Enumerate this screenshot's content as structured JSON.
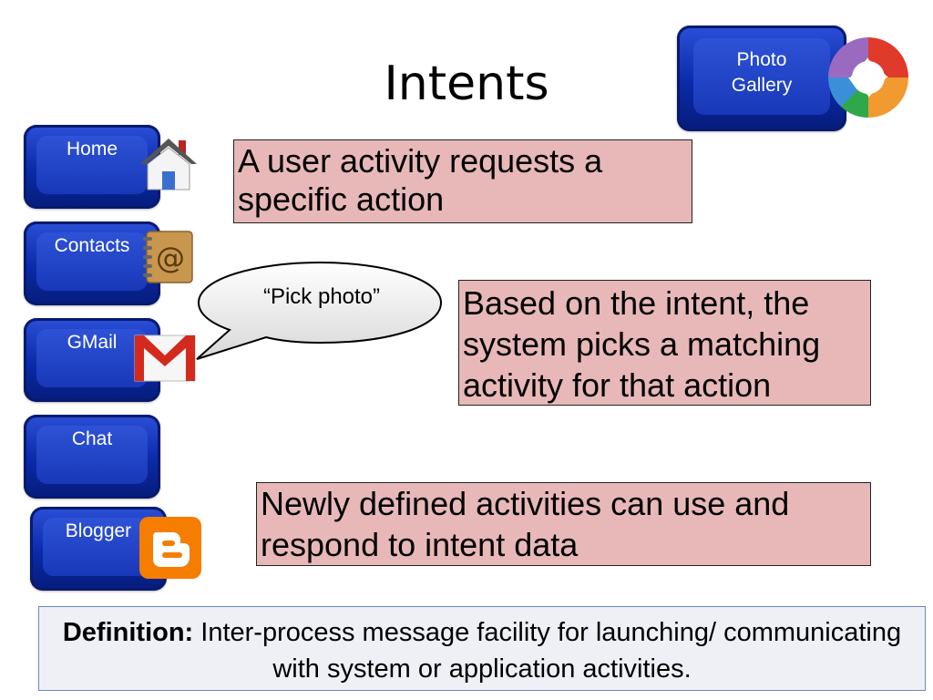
{
  "title": "Intents",
  "apps": {
    "photo_gallery": {
      "line1": "Photo",
      "line2": "Gallery",
      "icon": "picasa-pinwheel-icon"
    },
    "home": {
      "label": "Home",
      "icon": "house-icon"
    },
    "contacts": {
      "label": "Contacts",
      "icon": "address-book-icon"
    },
    "gmail": {
      "label": "GMail",
      "icon": "gmail-envelope-icon"
    },
    "chat": {
      "label": "Chat"
    },
    "blogger": {
      "label": "Blogger",
      "icon": "blogger-icon"
    }
  },
  "bubble": {
    "text": "“Pick photo”"
  },
  "boxes": {
    "request": "A user activity requests a specific action",
    "system": "Based on the intent, the system picks a matching activity for that action",
    "new": "Newly defined activities can use and respond to intent data"
  },
  "definition": {
    "term": "Definition:",
    "text": " Inter-process message facility for launching/ communicating with system or application activities."
  },
  "colors": {
    "button_blue": "#0a2aa8",
    "box_pink": "#e8b8b8",
    "definition_bg": "#eef0f6"
  }
}
